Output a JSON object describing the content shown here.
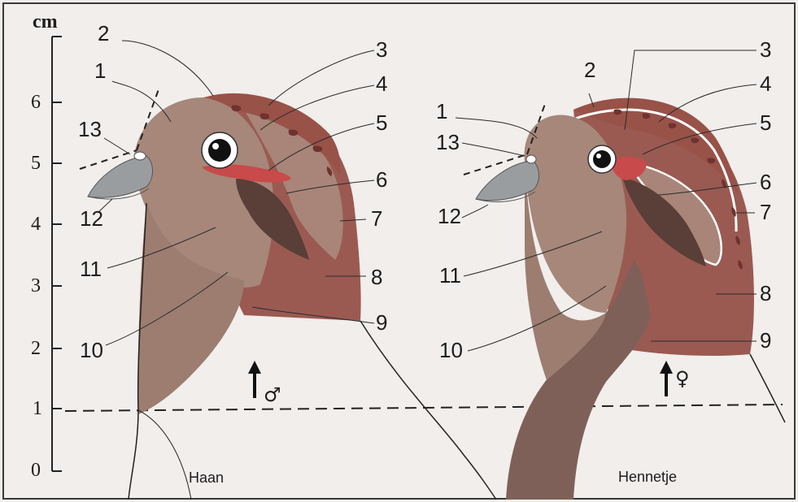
{
  "diagram": {
    "unit_label": "cm",
    "ruler_ticks": [
      "0",
      "1",
      "2",
      "3",
      "4",
      "5",
      "6"
    ],
    "male": {
      "caption": "Haan",
      "sex_symbol": "♂",
      "labels": [
        "1",
        "2",
        "3",
        "4",
        "5",
        "6",
        "7",
        "8",
        "9",
        "10",
        "11",
        "12",
        "13"
      ]
    },
    "female": {
      "caption": "Hennetje",
      "sex_symbol": "♀",
      "labels": [
        "1",
        "2",
        "3",
        "4",
        "5",
        "6",
        "7",
        "8",
        "9",
        "10",
        "11",
        "12",
        "13"
      ]
    },
    "colors": {
      "background": "#f1eeec",
      "face_brown": "#a6877a",
      "neck_brown": "#9c7d70",
      "crown_red_brown": "#985248",
      "cheek_tan": "#a88578",
      "nape_mauve": "#9a5a52",
      "ear_patch_dark": "#5a3e38",
      "eye_wattle_red": "#c84a4a",
      "beak_grey": "#9a9da0"
    }
  }
}
